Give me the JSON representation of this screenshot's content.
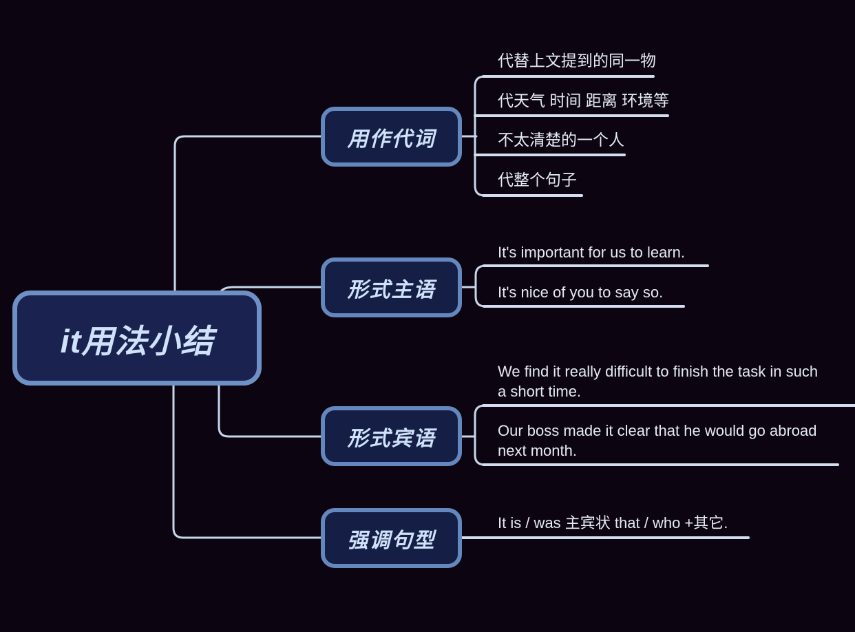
{
  "title": "it用法小结 mind map",
  "root": {
    "label": "it用法小结"
  },
  "branches": [
    {
      "label": "用作代词",
      "children": [
        "代替上文提到的同一物",
        "代天气 时间 距离 环境等",
        "不太清楚的一个人",
        "代整个句子"
      ]
    },
    {
      "label": "形式主语",
      "children": [
        "It's important for us to learn.",
        "It's nice of you to say so."
      ]
    },
    {
      "label": "形式宾语",
      "children": [
        "We find it really difficult to finish the task in such a short time.",
        "Our boss made it clear that he would go abroad next month."
      ]
    },
    {
      "label": "强调句型",
      "children": [
        "It is / was 主宾状 that / who +其它."
      ]
    }
  ],
  "colors": {
    "background": "#0c0511",
    "node_fill": "#151e45",
    "root_fill": "#1a2350",
    "node_border": "#6488bd",
    "root_border": "#6e90c4",
    "node_text": "#cfe2fa",
    "leaf_text": "#e5eaf4",
    "connector_line": "#c9d6ea",
    "underline": "#d2deef"
  }
}
